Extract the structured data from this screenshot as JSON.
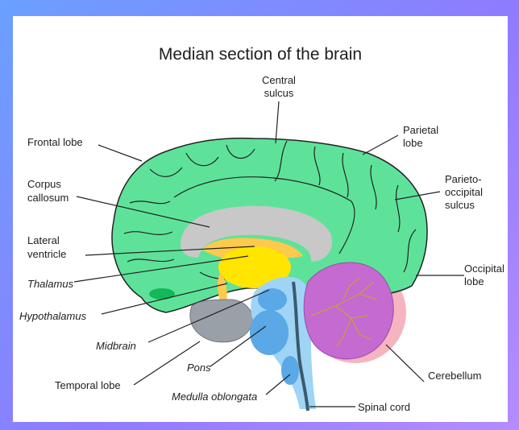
{
  "title": "Median section of the brain",
  "labels": {
    "frontal_lobe": "Frontal lobe",
    "central_sulcus_1": "Central",
    "central_sulcus_2": "sulcus",
    "parietal_lobe_1": "Parietal",
    "parietal_lobe_2": "lobe",
    "corpus_callosum_1": "Corpus",
    "corpus_callosum_2": "callosum",
    "parieto_occipital_1": "Parieto-",
    "parieto_occipital_2": "occipital",
    "parieto_occipital_3": "sulcus",
    "lateral_ventricle_1": "Lateral",
    "lateral_ventricle_2": "ventricle",
    "thalamus": "Thalamus",
    "occipital_lobe_1": "Occipital",
    "occipital_lobe_2": "lobe",
    "hypothalamus": "Hypothalamus",
    "midbrain": "Midbrain",
    "pons": "Pons",
    "temporal_lobe": "Temporal lobe",
    "cerebellum": "Cerebellum",
    "medulla_oblongata": "Medulla oblongata",
    "spinal_cord": "Spinal cord"
  },
  "colors": {
    "cerebrum": "#5ee29a",
    "corpus_callosum": "#c8c8c8",
    "ventricle": "#ffc94d",
    "thalamus": "#ffe500",
    "brainstem": "#5aa8e6",
    "brainstem_light": "#9fd4f5",
    "cerebellum": "#c46ad0",
    "cerebellum_halo": "#f5b5c0",
    "temporal": "#9aa0a8"
  }
}
